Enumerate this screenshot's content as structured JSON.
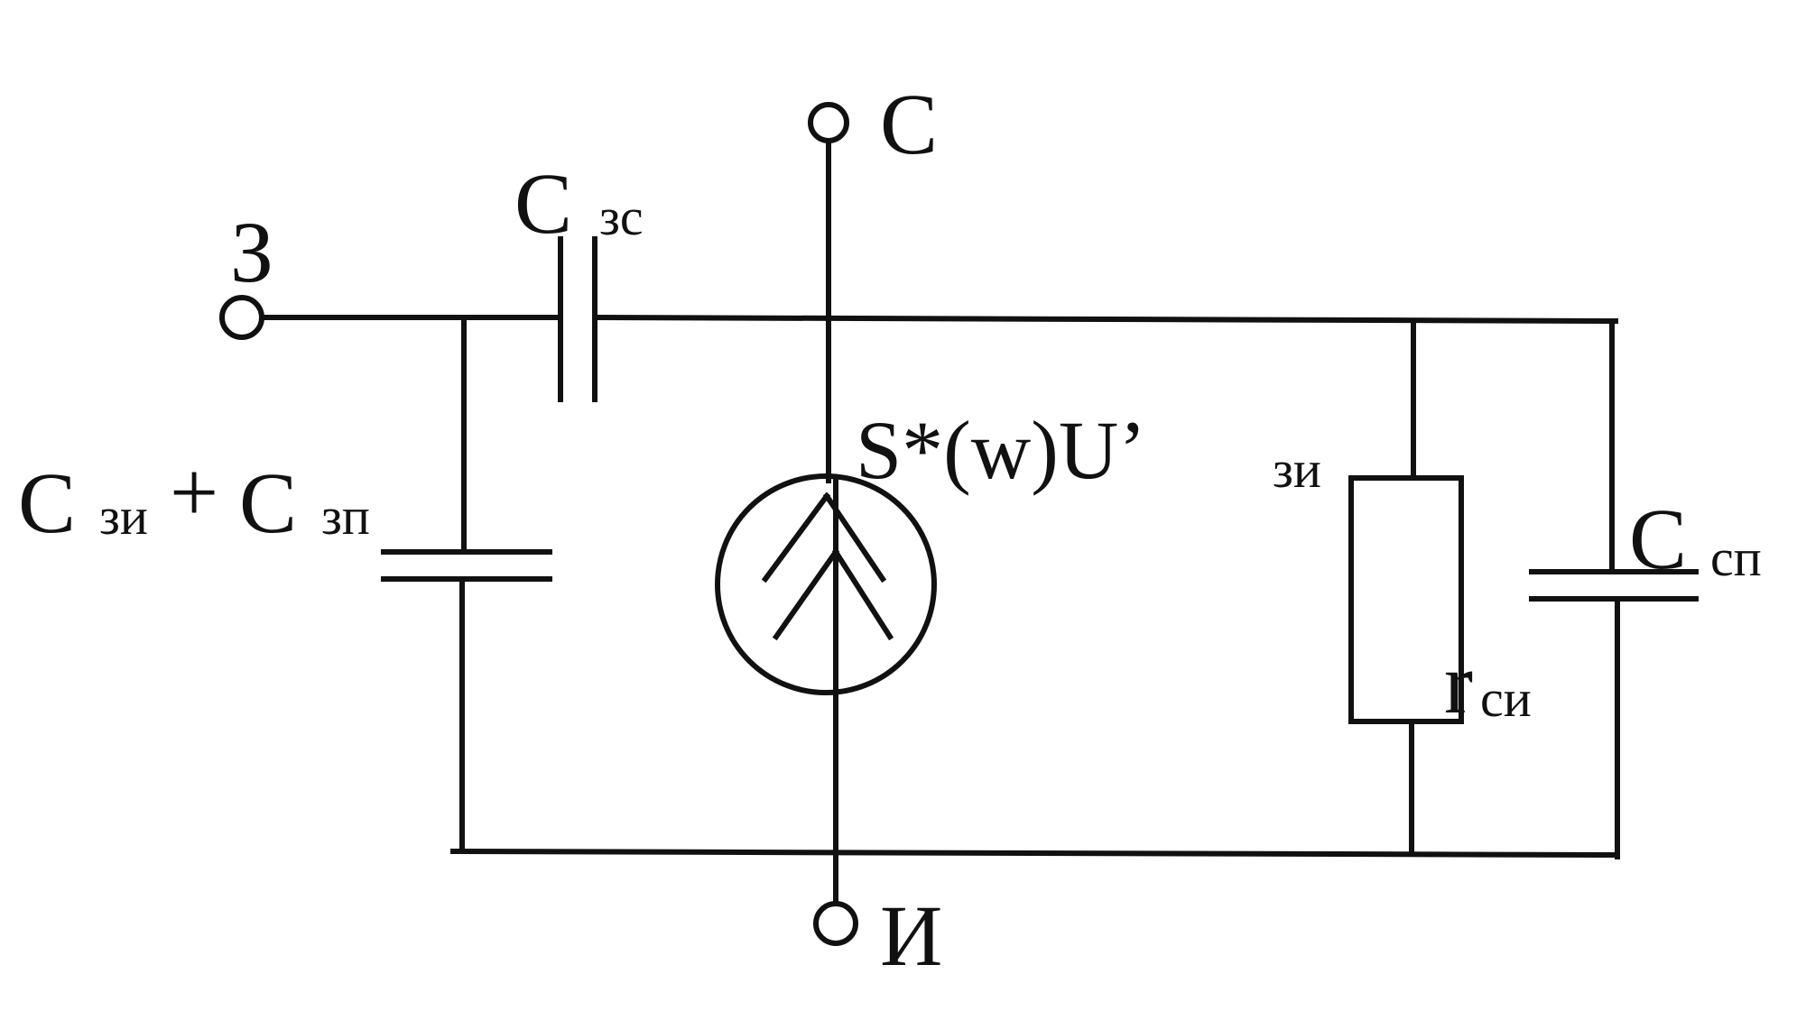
{
  "terminals": {
    "gate": "З",
    "drain": "С",
    "source": "И"
  },
  "components": {
    "c_gate_drain": {
      "main": "C",
      "sub": "зс"
    },
    "c_gate_source": {
      "main1": "C",
      "sub1": "зи",
      "plus": "+",
      "main2": "C",
      "sub2": "зп"
    },
    "current_source": {
      "main": "S*(w)U’",
      "sub": "зи"
    },
    "r_drain_source": {
      "main": "r",
      "sub": "си"
    },
    "c_drain_substrate": {
      "main": "C",
      "sub": "сп"
    }
  },
  "colors": {
    "ink": "#111111",
    "background": "#ffffff"
  }
}
